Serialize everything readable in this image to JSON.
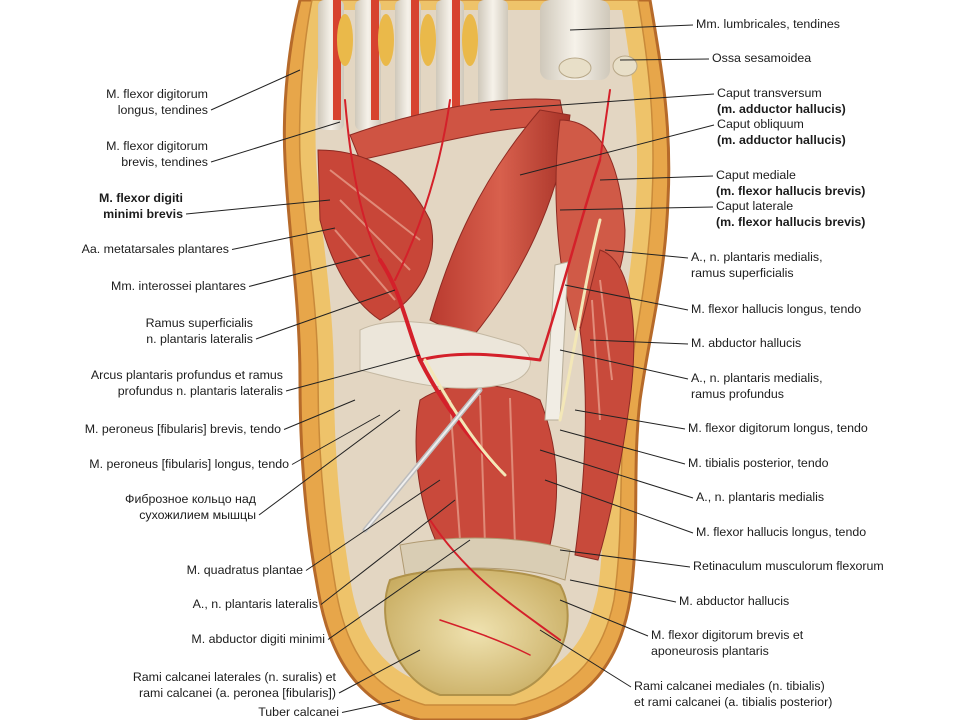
{
  "labels_left": [
    {
      "lines": [
        "M. flexor digitorum",
        "longus, tendines"
      ]
    },
    {
      "lines": [
        "M. flexor digitorum",
        "brevis, tendines"
      ]
    },
    {
      "lines": [
        "M. flexor digiti",
        "minimi brevis"
      ],
      "bold": true
    },
    {
      "lines": [
        "Aa. metatarsales plantares"
      ]
    },
    {
      "lines": [
        "Mm. interossei plantares"
      ]
    },
    {
      "lines": [
        "Ramus superficialis",
        "n. plantaris lateralis"
      ]
    },
    {
      "lines": [
        "Arcus plantaris profundus et ramus",
        "profundus n. plantaris lateralis"
      ]
    },
    {
      "lines": [
        "M. peroneus [fibularis] brevis, tendo"
      ]
    },
    {
      "lines": [
        "M. peroneus [fibularis] longus, tendo"
      ]
    },
    {
      "lines": [
        "Фиброзное кольцо над",
        "сухожилием мышцы"
      ]
    },
    {
      "lines": [
        "M. quadratus plantae"
      ]
    },
    {
      "lines": [
        "A., n. plantaris lateralis"
      ]
    },
    {
      "lines": [
        "M. abductor digiti minimi"
      ]
    },
    {
      "lines": [
        "Rami calcanei laterales (n. suralis) et",
        "rami calcanei (a. peronea [fibularis])"
      ]
    },
    {
      "lines": [
        "Tuber calcanei"
      ]
    }
  ],
  "labels_right": [
    {
      "lines": [
        "Mm. lumbricales, tendines"
      ]
    },
    {
      "lines": [
        "Ossa sesamoidea"
      ]
    },
    {
      "lines": [
        "Caput transversum",
        "(m. adductor hallucis)"
      ],
      "bold_line": 1
    },
    {
      "lines": [
        "Caput obliquum",
        "(m. adductor hallucis)"
      ],
      "bold_line": 1
    },
    {
      "lines": [
        "Caput mediale",
        "(m. flexor hallucis brevis)"
      ],
      "bold_line": 1
    },
    {
      "lines": [
        "Caput laterale",
        "(m. flexor hallucis brevis)"
      ],
      "bold_line": 1
    },
    {
      "lines": [
        "A., n. plantaris medialis,",
        "ramus superficialis"
      ]
    },
    {
      "lines": [
        "M. flexor hallucis longus, tendo"
      ]
    },
    {
      "lines": [
        "M. abductor hallucis"
      ]
    },
    {
      "lines": [
        "A., n. plantaris medialis,",
        "ramus profundus"
      ]
    },
    {
      "lines": [
        "M. flexor digitorum longus, tendo"
      ]
    },
    {
      "lines": [
        "M. tibialis posterior, tendo"
      ]
    },
    {
      "lines": [
        "A., n. plantaris medialis"
      ]
    },
    {
      "lines": [
        "M. flexor hallucis longus, tendo"
      ]
    },
    {
      "lines": [
        "Retinaculum musculorum flexorum"
      ]
    },
    {
      "lines": [
        "M. abductor hallucis"
      ]
    },
    {
      "lines": [
        "M. flexor digitorum brevis et",
        "aponeurosis plantaris"
      ]
    },
    {
      "lines": [
        "Rami calcanei mediales (n. tibialis)",
        "et rami calcanei (a. tibialis posterior)"
      ]
    }
  ],
  "colors": {
    "muscle": "#c8463a",
    "muscle_dark": "#9e2f26",
    "tendon": "#e8e2d6",
    "fat": "#e9b24a",
    "skin": "#d98a3c",
    "bone": "#dfc98c",
    "artery": "#d4202a",
    "nerve": "#f2e6b8",
    "leader": "#222222"
  }
}
